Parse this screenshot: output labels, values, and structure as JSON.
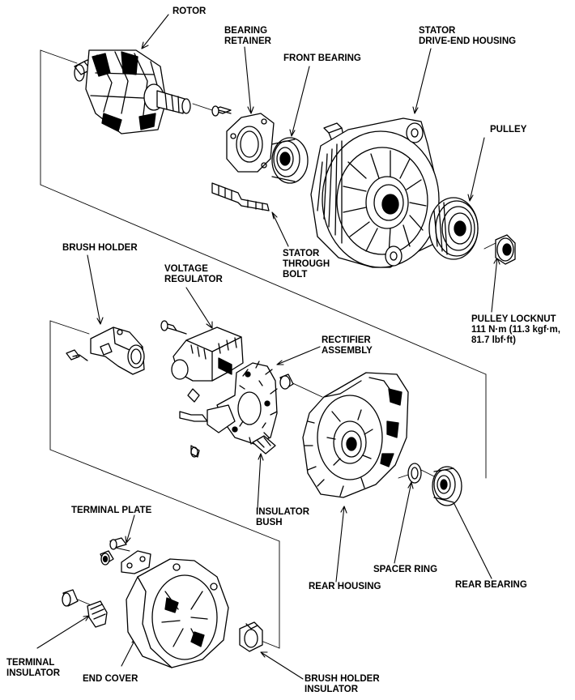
{
  "labels": {
    "rotor": [
      "ROTOR"
    ],
    "bearing_retainer": [
      "BEARING",
      "RETAINER"
    ],
    "front_bearing": [
      "FRONT BEARING"
    ],
    "stator_housing": [
      "STATOR",
      "DRIVE-END HOUSING"
    ],
    "pulley": [
      "PULLEY"
    ],
    "stator_bolt": [
      "STATOR",
      "THROUGH",
      "BOLT"
    ],
    "pulley_locknut": [
      "PULLEY LOCKNUT",
      "111 N·m (11.3 kgf·m,",
      "81.7 lbf·ft)"
    ],
    "brush_holder": [
      "BRUSH HOLDER"
    ],
    "voltage_regulator": [
      "VOLTAGE",
      "REGULATOR"
    ],
    "rectifier": [
      "RECTIFIER",
      "ASSEMBLY"
    ],
    "insulator_bush": [
      "INSULATOR",
      "BUSH"
    ],
    "terminal_plate": [
      "TERMINAL PLATE"
    ],
    "spacer_ring": [
      "SPACER RING"
    ],
    "rear_bearing": [
      "REAR BEARING"
    ],
    "rear_housing": [
      "REAR HOUSING"
    ],
    "terminal_insulator": [
      "TERMINAL",
      "INSULATOR"
    ],
    "end_cover": [
      "END COVER"
    ],
    "brush_holder_insulator": [
      "BRUSH HOLDER",
      "INSULATOR"
    ]
  }
}
